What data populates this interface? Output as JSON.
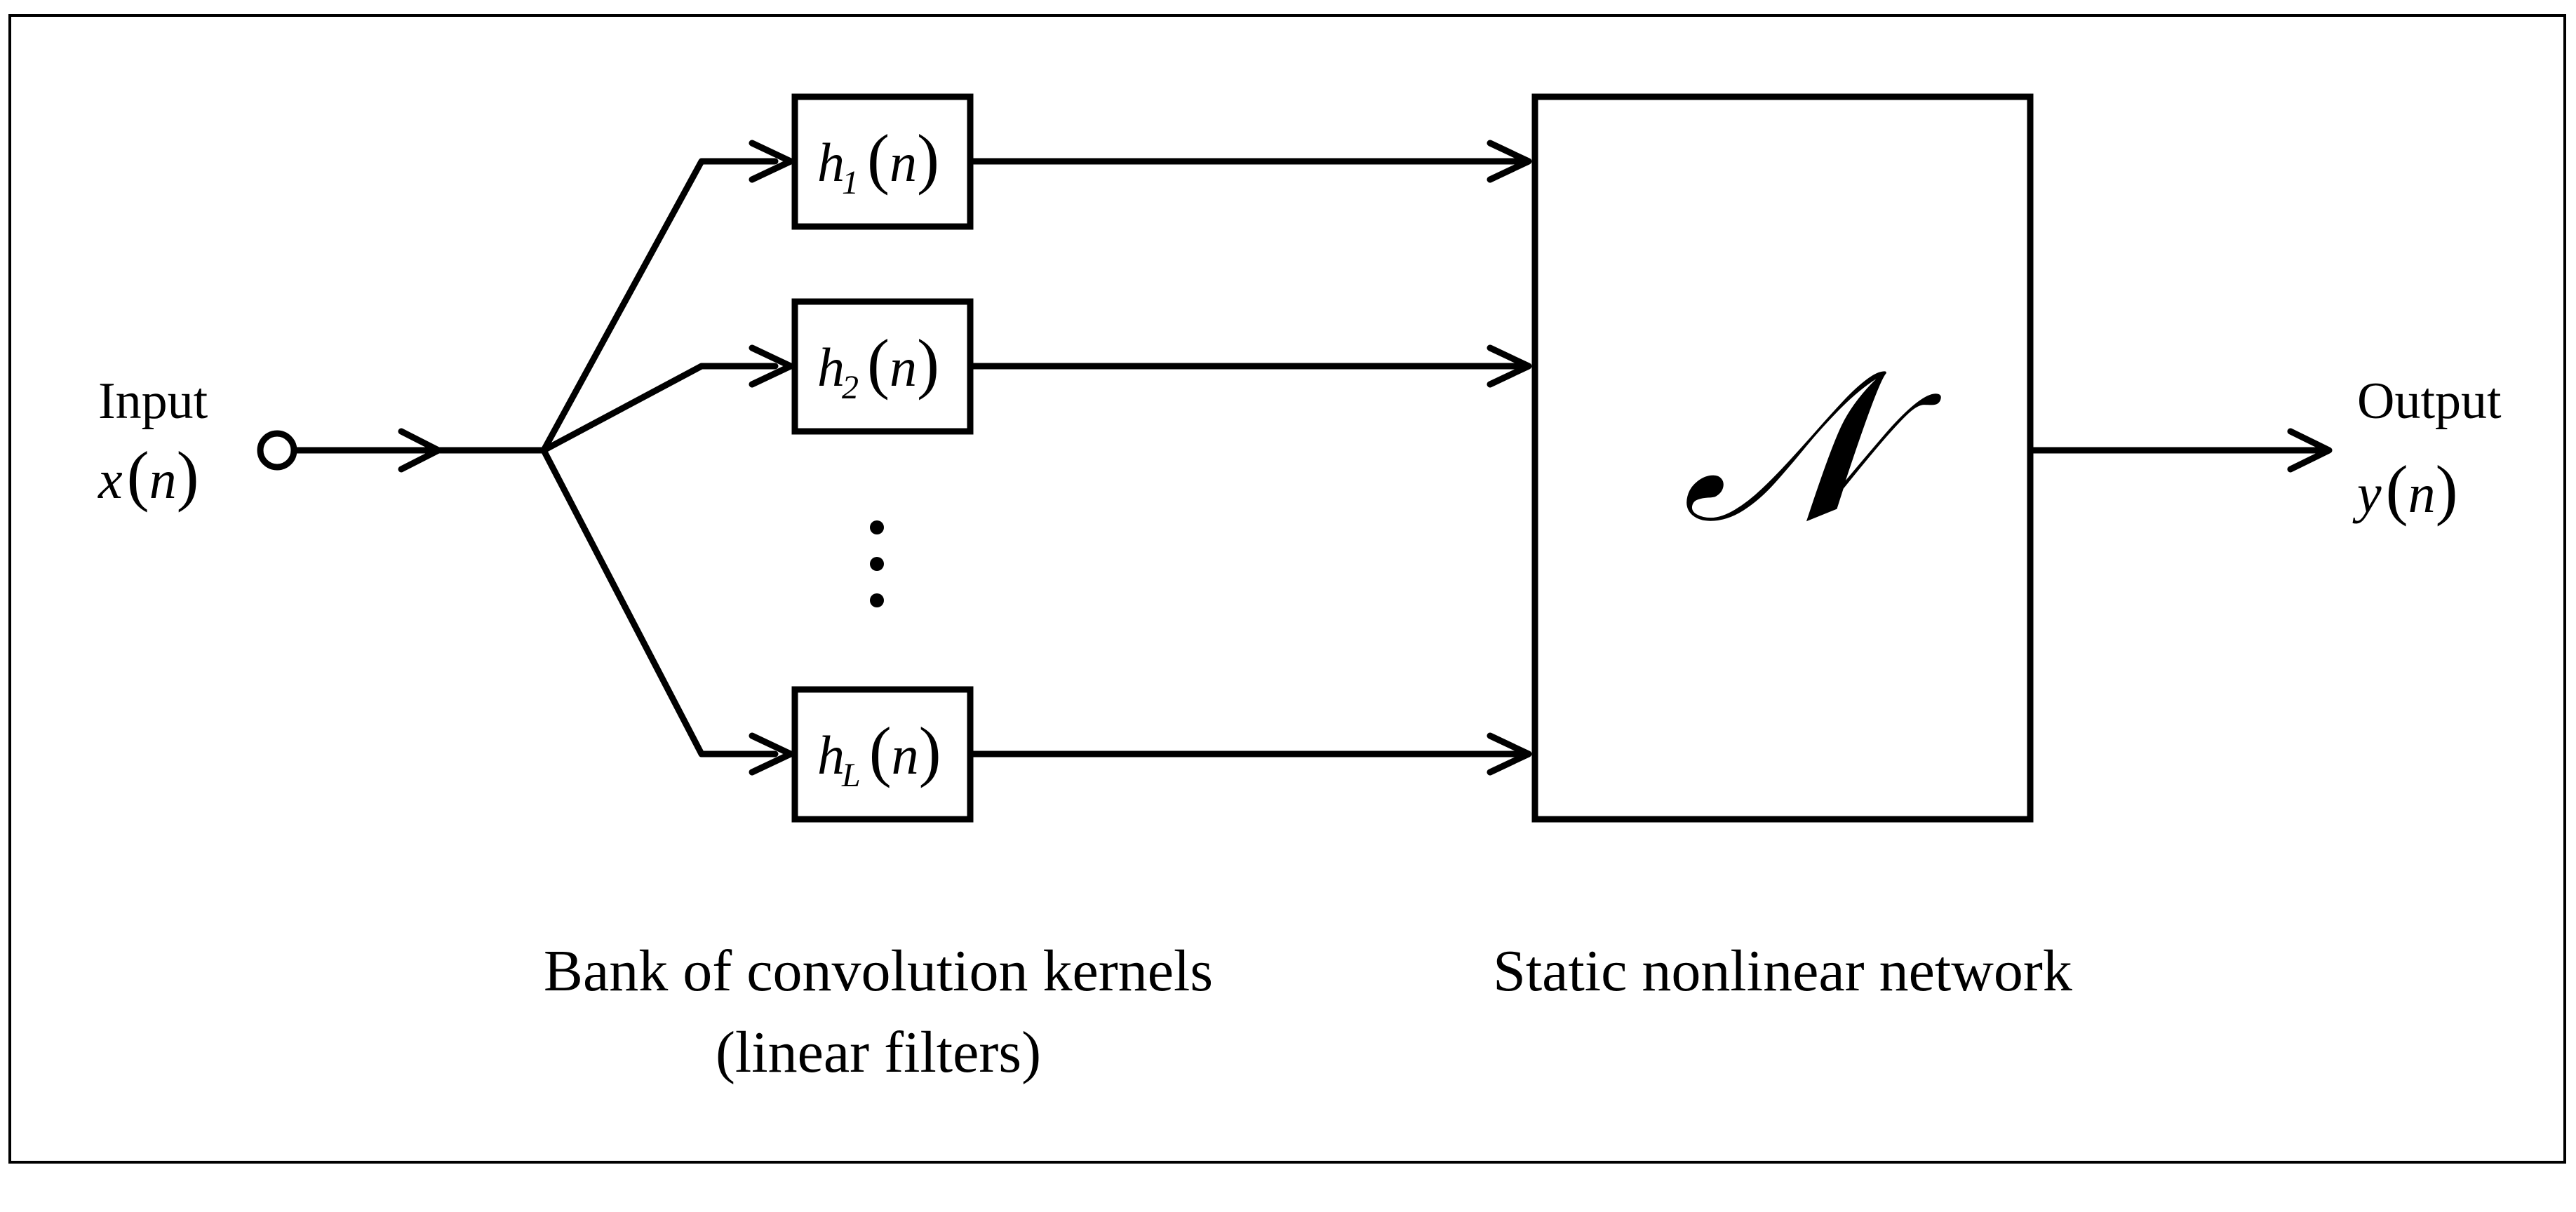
{
  "input": {
    "label": "Input",
    "signal_var": "x",
    "signal_arg": "n"
  },
  "output": {
    "label": "Output",
    "signal_var": "y",
    "signal_arg": "n"
  },
  "filters": [
    {
      "name": "h",
      "sub": "1",
      "arg": "n"
    },
    {
      "name": "h",
      "sub": "2",
      "arg": "n"
    },
    {
      "name": "h",
      "sub": "L",
      "arg": "n"
    }
  ],
  "network": {
    "symbol": "𝒩"
  },
  "captions": {
    "bank_line1": "Bank of convolution kernels",
    "bank_line2": "(linear filters)",
    "network": "Static nonlinear network"
  }
}
